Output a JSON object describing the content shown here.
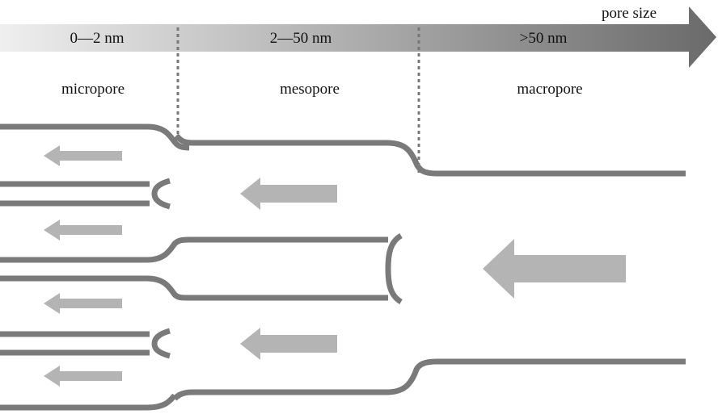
{
  "axis_label": "pore size",
  "ranges": [
    {
      "label": "0—2 nm",
      "class_label": "micropore"
    },
    {
      "label": "2—50 nm",
      "class_label": "mesopore"
    },
    {
      "label": ">50 nm",
      "class_label": "macropore"
    }
  ],
  "colors": {
    "wall": "#7a7a7a",
    "arrow": "#b4b4b4",
    "divider": "#777777",
    "gradient_start": "#efefef",
    "gradient_end": "#6a6a6a"
  }
}
